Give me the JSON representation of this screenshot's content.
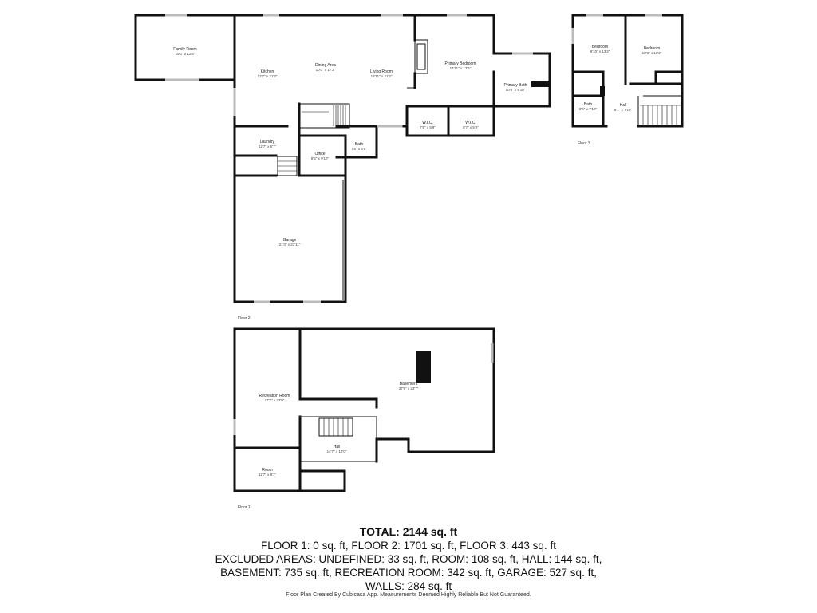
{
  "rooms": {
    "family_room": {
      "name": "Family Room",
      "dim": "19'0\" x 12'5\""
    },
    "kitchen": {
      "name": "Kitchen",
      "dim": "12'7\" x 21'3\""
    },
    "dining_area": {
      "name": "Dining Area",
      "dim": "10'0\" x 17'2\""
    },
    "living_room": {
      "name": "Living Room",
      "dim": "12'11\" x 21'3\""
    },
    "primary_bedroom": {
      "name": "Primary Bedroom",
      "dim": "14'11\" x 17'6\""
    },
    "primary_bath": {
      "name": "Primary Bath",
      "dim": "10'6\" x 9'10\""
    },
    "wic_1": {
      "name": "W.I.C.",
      "dim": "7'9\" x 5'9\""
    },
    "wic_2": {
      "name": "W.I.C.",
      "dim": "8'7\" x 5'9\""
    },
    "laundry": {
      "name": "Laundry",
      "dim": "12'7\" x 5'7\""
    },
    "office": {
      "name": "Office",
      "dim": "8'5\" x 9'10\""
    },
    "bath_f2": {
      "name": "Bath",
      "dim": "7'6\" x 6'0\""
    },
    "garage": {
      "name": "Garage",
      "dim": "21'4\" x 23'11\""
    },
    "bedroom_1": {
      "name": "Bedroom",
      "dim": "9'10\" x 13'2\""
    },
    "bedroom_2": {
      "name": "Bedroom",
      "dim": "10'8\" x 13'2\""
    },
    "bath_f3": {
      "name": "Bath",
      "dim": "5'6\" x 7'10\""
    },
    "hall_f3": {
      "name": "Hall",
      "dim": "8'1\" x 7'10\""
    },
    "recreation_room": {
      "name": "Recreation Room",
      "dim": "27'7\" x 23'0\""
    },
    "basement": {
      "name": "Basement",
      "dim": "37'9\" x 23'7\""
    },
    "hall_f1": {
      "name": "Hall",
      "dim": "14'7\" x 10'0\""
    },
    "room_f1": {
      "name": "Room",
      "dim": "12'7\" x 8'1\""
    }
  },
  "floors": {
    "floor2": "Floor 2",
    "floor3": "Floor 3",
    "floor1": "Floor 1"
  },
  "summary": {
    "total": "TOTAL: 2144 sq. ft",
    "lines": [
      "FLOOR 1: 0 sq. ft, FLOOR 2: 1701 sq. ft, FLOOR 3: 443 sq. ft",
      "EXCLUDED AREAS: UNDEFINED: 33 sq. ft, ROOM: 108 sq. ft, HALL: 144 sq. ft,",
      "BASEMENT: 735 sq. ft, RECREATION ROOM: 342 sq. ft, GARAGE: 527 sq. ft,",
      "WALLS: 284 sq. ft"
    ]
  },
  "footer": "Floor Plan Created By Cubicasa App. Measurements Deemed Highly Reliable But Not Guaranteed."
}
